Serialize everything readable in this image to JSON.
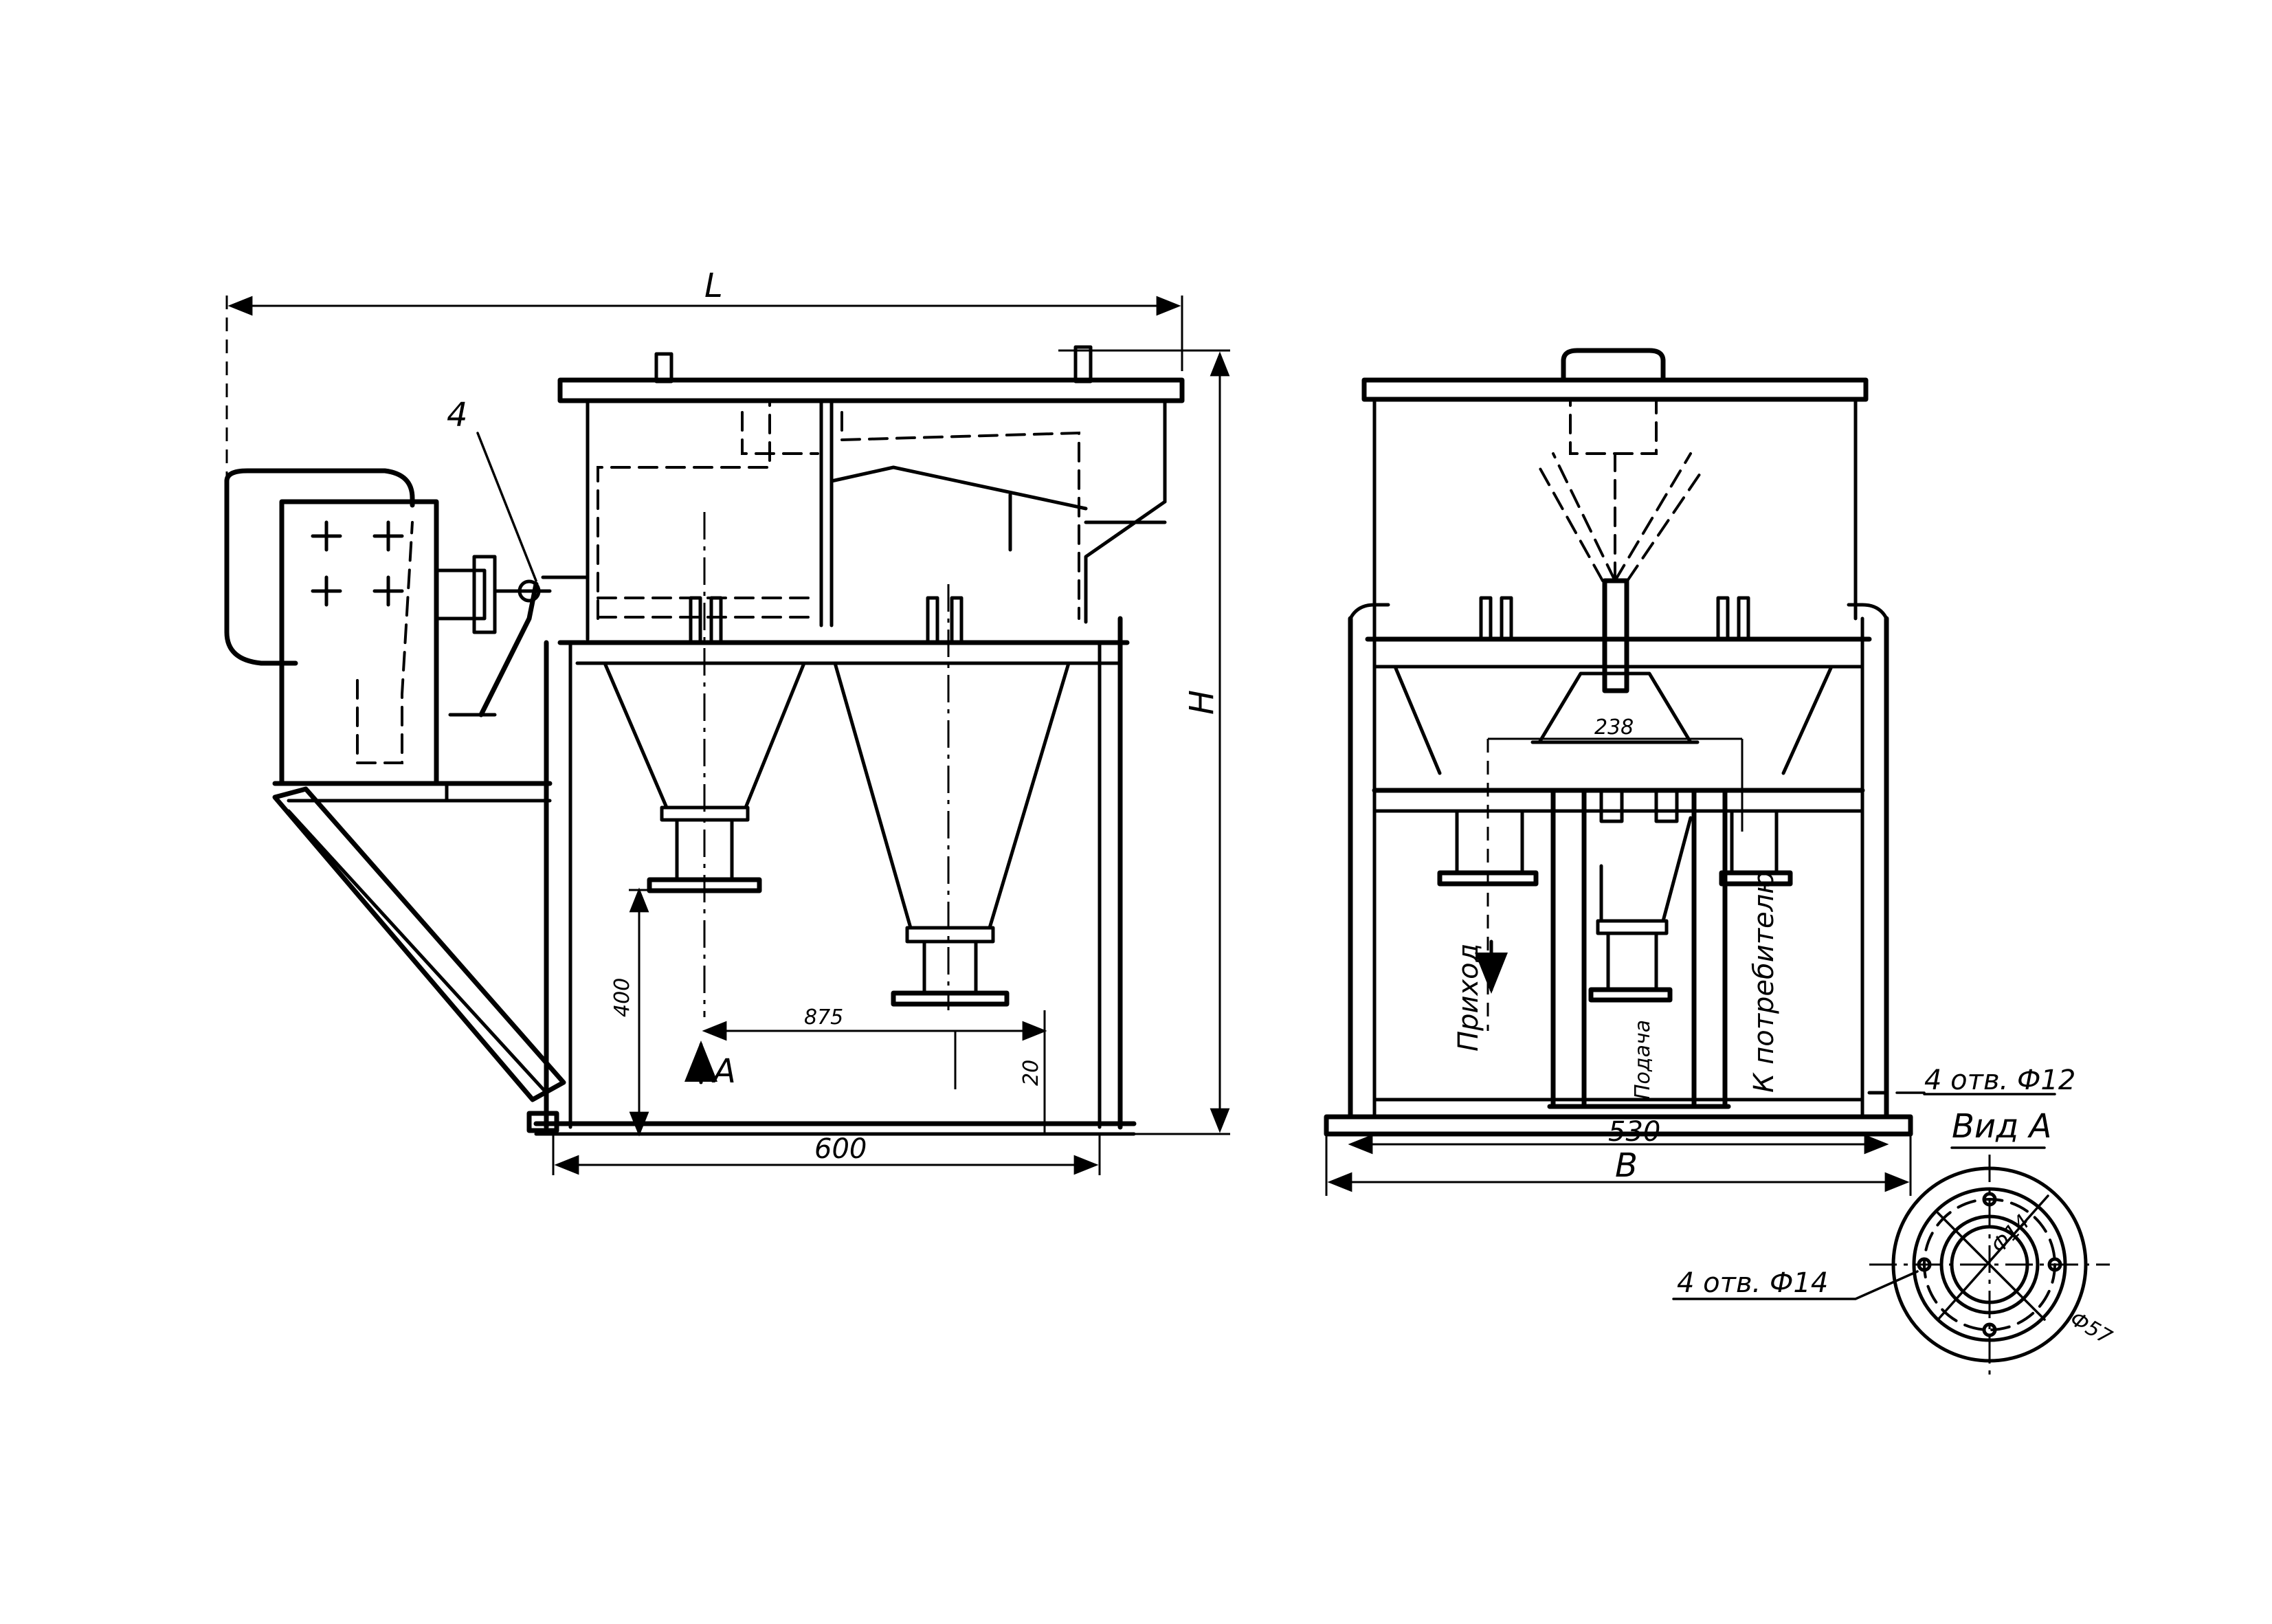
{
  "dimensions": {
    "length_label": "L",
    "height_label": "H",
    "width_label": "B",
    "base_front": "600",
    "outlet_height": "400",
    "outlet_offset": "875",
    "small_offset": "20",
    "base_side": "530",
    "inner_width": "238"
  },
  "labels": {
    "item_callout": "4",
    "view_arrow": "А",
    "holes_side": "4 отв. Ф12",
    "view_title": "Вид А",
    "holes_flange": "4 отв. Ф14",
    "flange_inner_dia": "Ф14",
    "flange_outer_dia": "Ф57",
    "flow_inlet": "Приход",
    "flow_feed": "Подача",
    "flow_consumer": "К потребителю"
  }
}
